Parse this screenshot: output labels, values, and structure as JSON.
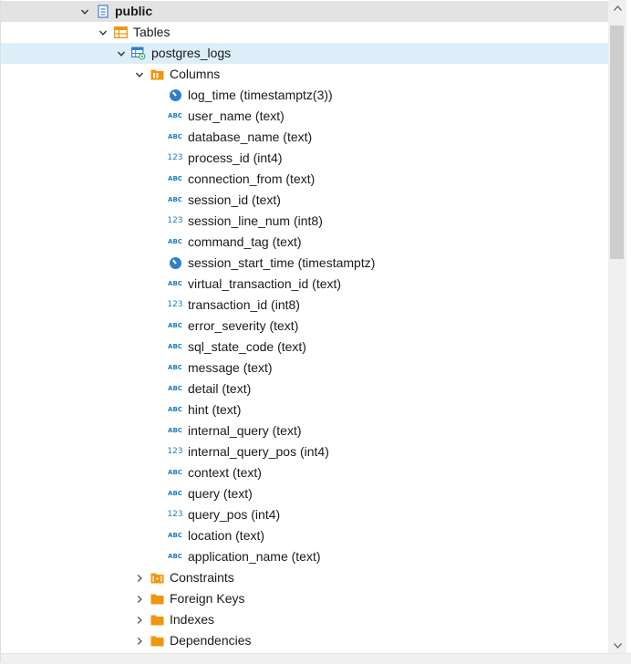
{
  "tree": {
    "schema": {
      "label": "public"
    },
    "tables_folder": {
      "label": "Tables"
    },
    "table": {
      "label": "postgres_logs"
    },
    "columns_folder": {
      "label": "Columns"
    },
    "columns": [
      {
        "label": "log_time (timestamptz(3))",
        "icon": "timestamp-icon"
      },
      {
        "label": "user_name (text)",
        "icon": "text-type-icon"
      },
      {
        "label": "database_name (text)",
        "icon": "text-type-icon"
      },
      {
        "label": "process_id (int4)",
        "icon": "numeric-type-icon"
      },
      {
        "label": "connection_from (text)",
        "icon": "text-type-icon"
      },
      {
        "label": "session_id (text)",
        "icon": "text-type-icon"
      },
      {
        "label": "session_line_num (int8)",
        "icon": "numeric-type-icon"
      },
      {
        "label": "command_tag (text)",
        "icon": "text-type-icon"
      },
      {
        "label": "session_start_time (timestamptz)",
        "icon": "timestamp-icon"
      },
      {
        "label": "virtual_transaction_id (text)",
        "icon": "text-type-icon"
      },
      {
        "label": "transaction_id (int8)",
        "icon": "numeric-type-icon"
      },
      {
        "label": "error_severity (text)",
        "icon": "text-type-icon"
      },
      {
        "label": "sql_state_code (text)",
        "icon": "text-type-icon"
      },
      {
        "label": "message (text)",
        "icon": "text-type-icon"
      },
      {
        "label": "detail (text)",
        "icon": "text-type-icon"
      },
      {
        "label": "hint (text)",
        "icon": "text-type-icon"
      },
      {
        "label": "internal_query (text)",
        "icon": "text-type-icon"
      },
      {
        "label": "internal_query_pos (int4)",
        "icon": "numeric-type-icon"
      },
      {
        "label": "context (text)",
        "icon": "text-type-icon"
      },
      {
        "label": "query (text)",
        "icon": "text-type-icon"
      },
      {
        "label": "query_pos (int4)",
        "icon": "numeric-type-icon"
      },
      {
        "label": "location (text)",
        "icon": "text-type-icon"
      },
      {
        "label": "application_name (text)",
        "icon": "text-type-icon"
      }
    ],
    "other_folders": [
      {
        "label": "Constraints",
        "icon": "constraints-folder-icon"
      },
      {
        "label": "Foreign Keys",
        "icon": "folder-icon"
      },
      {
        "label": "Indexes",
        "icon": "folder-icon"
      },
      {
        "label": "Dependencies",
        "icon": "folder-icon"
      }
    ],
    "type_icon_text": {
      "text": "ABC",
      "numeric": "123"
    }
  },
  "colors": {
    "selection_gray": "#e3e3e3",
    "selection_blue": "#ddeef9",
    "type_icon_blue": "#1d7cc2",
    "folder_orange": "#f0960e"
  }
}
